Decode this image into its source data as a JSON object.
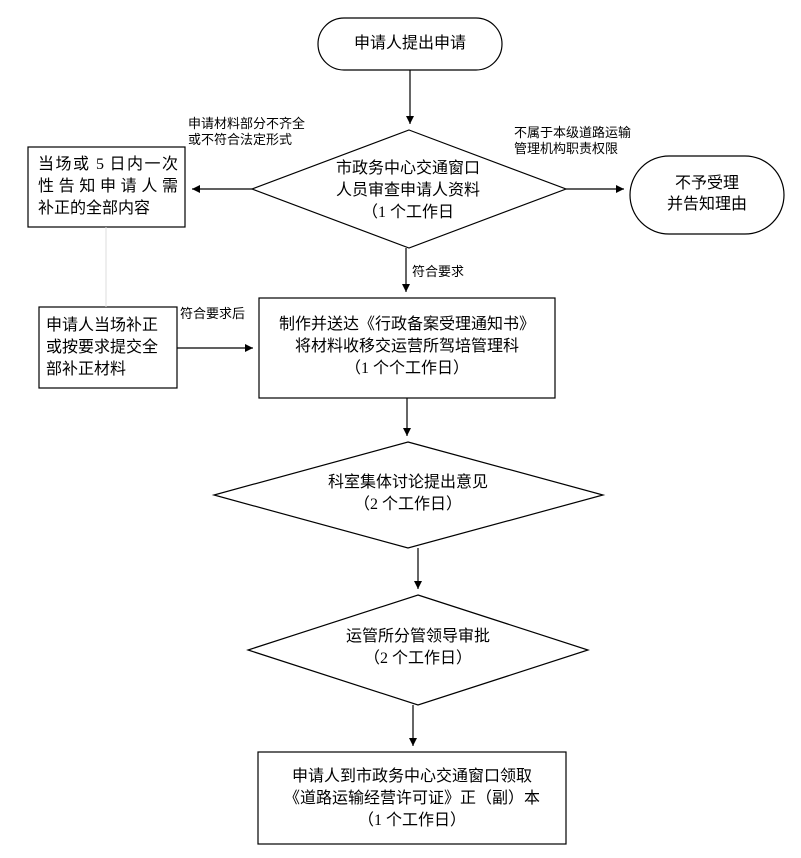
{
  "nodes": {
    "start": {
      "lines": [
        "申请人提出申请"
      ]
    },
    "review": {
      "lines": [
        "市政务中心交通窗口",
        "人员审查申请人资料",
        "（1 个工作日"
      ]
    },
    "notify_supplement": {
      "lines": [
        "当场或 5 日内一次",
        "性告知申请人需",
        "补正的全部内容"
      ]
    },
    "reject": {
      "lines": [
        "不予受理",
        "并告知理由"
      ]
    },
    "supplement": {
      "lines": [
        "申请人当场补正",
        "或按要求提交全",
        "部补正材料"
      ]
    },
    "issue_notice": {
      "lines": [
        "制作并送达《行政备案受理通知书》",
        "将材料收移交运营所驾培管理科",
        "（1 个个工作日）"
      ]
    },
    "discussion": {
      "lines": [
        "科室集体讨论提出意见",
        "（2 个工作日）"
      ]
    },
    "approval": {
      "lines": [
        "运管所分管领导审批",
        "（2 个工作日）"
      ]
    },
    "collect": {
      "lines": [
        "申请人到市政务中心交通窗口领取",
        "《道路运输经营许可证》正（副）本",
        "（1 个工作日）"
      ]
    }
  },
  "edges": {
    "incomplete": {
      "lines": [
        "申请材料部分不齐全",
        "或不符合法定形式"
      ]
    },
    "out_of_scope": {
      "lines": [
        "不属于本级道路运输",
        "管理机构职责权限"
      ]
    },
    "meets": {
      "lines": [
        "符合要求"
      ]
    },
    "meets_after": {
      "lines": [
        "符合要求后"
      ]
    }
  }
}
